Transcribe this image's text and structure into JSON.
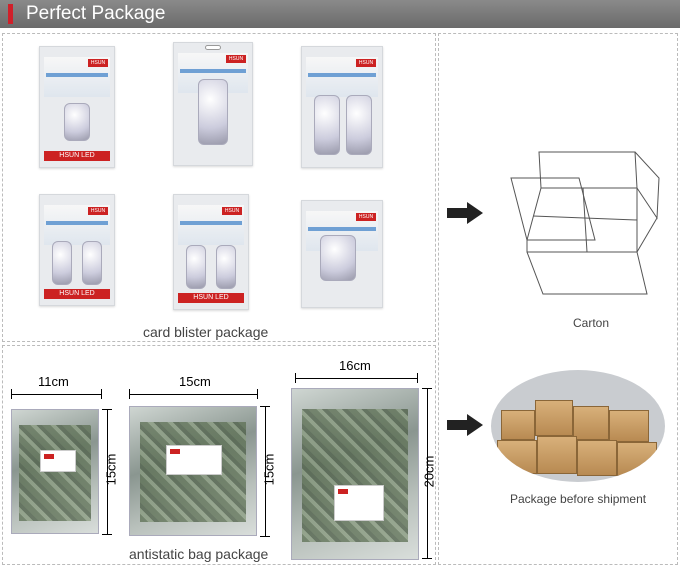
{
  "header": {
    "title": "Perfect Package"
  },
  "blister_section": {
    "caption": "card blister package",
    "packs": [
      {
        "brand": "HSUN",
        "footer": "HSUN LED"
      },
      {
        "brand": "HSUN",
        "footer": ""
      },
      {
        "brand": "HSUN",
        "footer": ""
      },
      {
        "brand": "HSUN",
        "footer": "HSUN LED"
      },
      {
        "brand": "HSUN",
        "footer": "HSUN LED"
      },
      {
        "brand": "HSUN",
        "footer": ""
      }
    ]
  },
  "bag_section": {
    "caption": "antistatic bag package",
    "bags": [
      {
        "width": "11cm",
        "height": "15cm"
      },
      {
        "width": "15cm",
        "height": "15cm"
      },
      {
        "width": "16cm",
        "height": "20cm"
      }
    ]
  },
  "carton_section": {
    "caption": "Carton"
  },
  "shipment_section": {
    "caption": "Package before shipment"
  },
  "colors": {
    "accent": "#d0202a",
    "header_bg": "#777777"
  }
}
